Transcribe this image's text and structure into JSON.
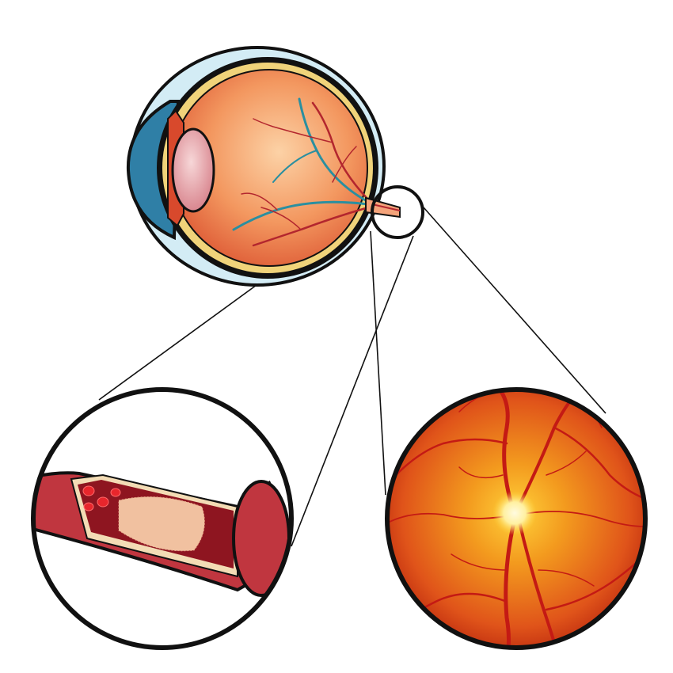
{
  "colors": {
    "outline": "#111111",
    "sclera_outer": "#cfe9f3",
    "choroid_yellow": "#f0d37a",
    "retina_inner": "#f29a6a",
    "retina_center": "#fbc79a",
    "cornea_blue": "#2f7fa6",
    "lens": "#e8a2a8",
    "vessel_red": "#b3262e",
    "vessel_teal": "#2a8fa0",
    "artery_wall": "#c0363f",
    "artery_inner": "#8e1520",
    "plaque": "#f1c1a0",
    "blood_cell": "#e8262c",
    "fundus_outer": "#c8320f",
    "fundus_inner": "#f08a1c",
    "optic_disc": "#fff6c8"
  },
  "icons": [
    "eye-cross-section",
    "magnifier-circle",
    "artery-plaque",
    "retina-fundus"
  ]
}
